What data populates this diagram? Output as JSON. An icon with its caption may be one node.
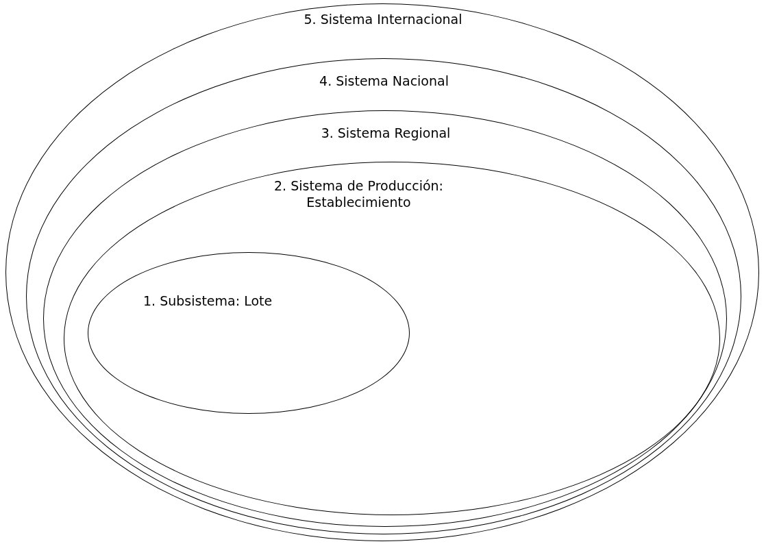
{
  "diagram": {
    "nodes": [
      {
        "text": [
          "5. Sistema Internacional"
        ]
      },
      {
        "text": [
          "4. Sistema Nacional"
        ],
        "in": 0
      },
      {
        "text": [
          "3. Sistema Regional"
        ],
        "in": 1
      },
      {
        "text": [
          "2. Sistema de Producción: Establecimiento"
        ],
        "in": 2
      },
      {
        "text": [
          "1. Subsistema: Lote"
        ],
        "in": 3
      }
    ]
  }
}
